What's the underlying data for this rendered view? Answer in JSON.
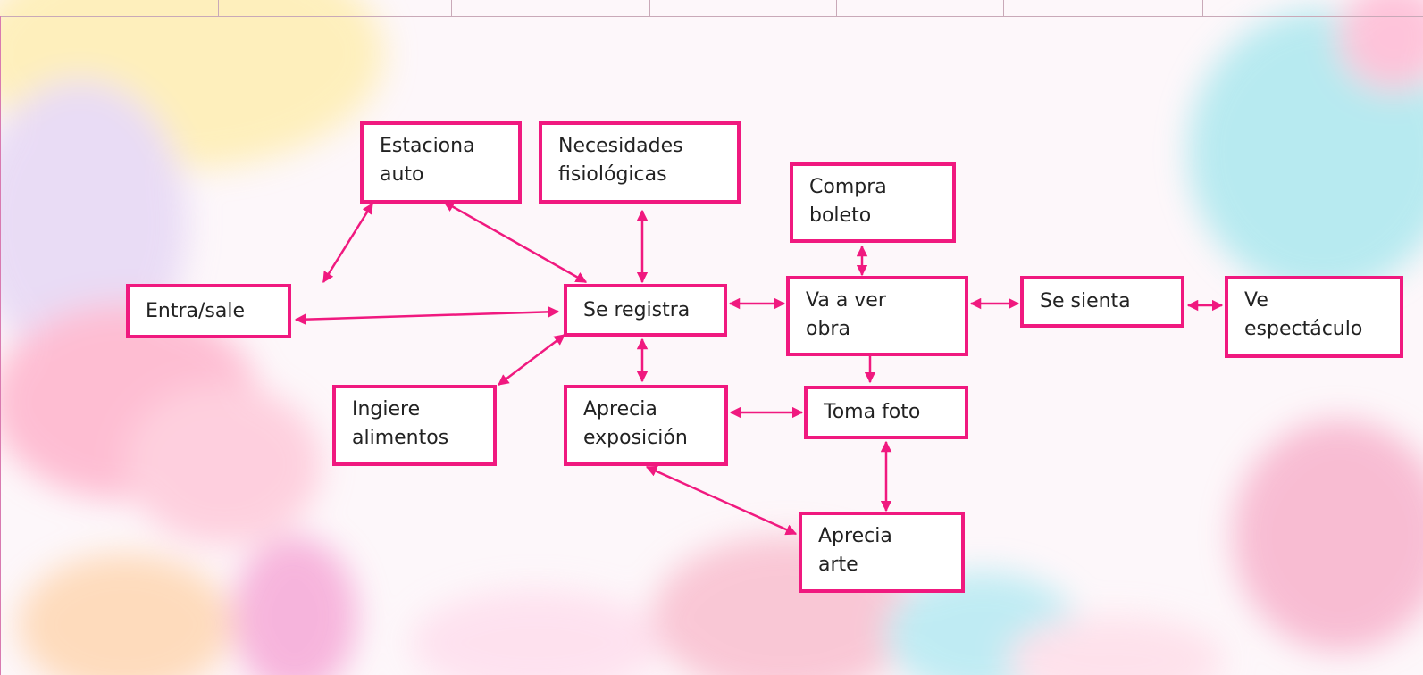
{
  "colors": {
    "accent": "#f0197f",
    "border": "#f0197f"
  },
  "diagram": {
    "nodes": {
      "estaciona": "Estaciona\nauto",
      "necesidades": "Necesidades\nfisiológicas",
      "compra": "Compra\nboleto",
      "entra": "Entra/sale",
      "registra": "Se registra",
      "va_ver": "Va a ver\nobra",
      "sienta": "Se sienta",
      "ve": "Ve\nespectáculo",
      "ingiere": "Ingiere\nalimentos",
      "aprecia_exp": "Aprecia\nexposición",
      "toma": "Toma foto",
      "aprecia_arte": "Aprecia\narte"
    },
    "edges": [
      [
        "entra",
        "estaciona"
      ],
      [
        "estaciona",
        "registra"
      ],
      [
        "necesidades",
        "registra"
      ],
      [
        "entra",
        "registra"
      ],
      [
        "ingiere",
        "registra"
      ],
      [
        "registra",
        "aprecia_exp"
      ],
      [
        "registra",
        "va_ver"
      ],
      [
        "compra",
        "va_ver"
      ],
      [
        "va_ver",
        "sienta"
      ],
      [
        "sienta",
        "ve"
      ],
      [
        "va_ver",
        "toma"
      ],
      [
        "aprecia_exp",
        "toma"
      ],
      [
        "toma",
        "aprecia_arte"
      ],
      [
        "aprecia_exp",
        "aprecia_arte"
      ]
    ]
  }
}
